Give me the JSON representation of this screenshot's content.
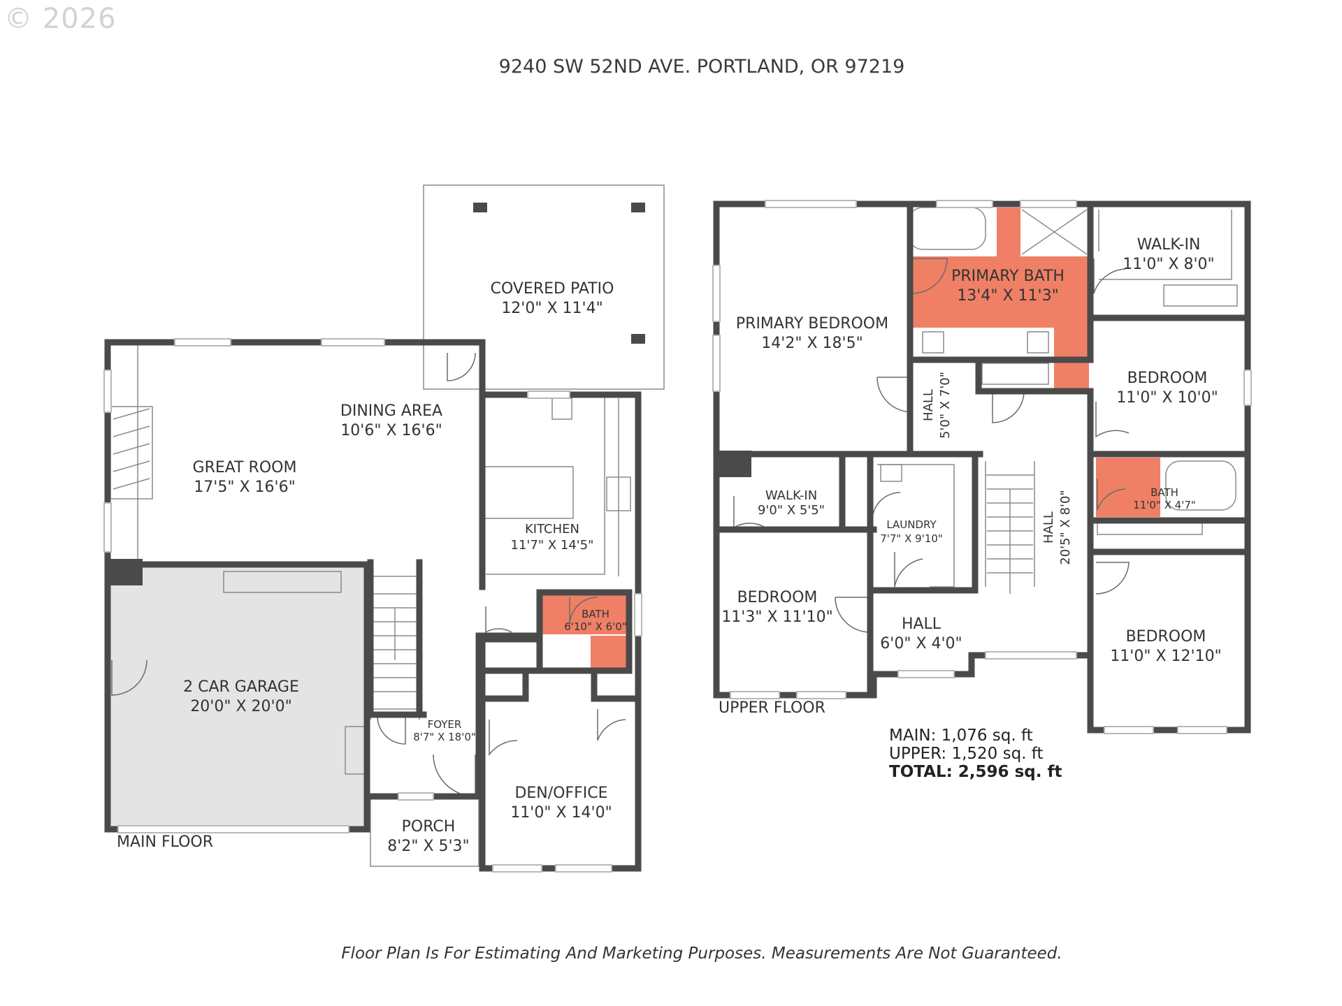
{
  "copyright": "© 2026",
  "address": "9240 SW 52ND AVE. PORTLAND, OR 97219",
  "floors": {
    "main": "MAIN FLOOR",
    "upper": "UPPER FLOOR"
  },
  "rooms": {
    "covered_patio": {
      "name": "COVERED PATIO",
      "dims": "12'0\" X 11'4\""
    },
    "dining_area": {
      "name": "DINING AREA",
      "dims": "10'6\" X 16'6\""
    },
    "great_room": {
      "name": "GREAT ROOM",
      "dims": "17'5\" X 16'6\""
    },
    "kitchen": {
      "name": "KITCHEN",
      "dims": "11'7\" X 14'5\""
    },
    "main_bath": {
      "name": "BATH",
      "dims": "6'10\" X 6'0\""
    },
    "garage": {
      "name": "2 CAR GARAGE",
      "dims": "20'0\" X 20'0\""
    },
    "foyer": {
      "name": "FOYER",
      "dims": "8'7\" X 18'0\""
    },
    "den": {
      "name": "DEN/OFFICE",
      "dims": "11'0\" X 14'0\""
    },
    "porch": {
      "name": "PORCH",
      "dims": "8'2\" X 5'3\""
    },
    "primary_bedroom": {
      "name": "PRIMARY BEDROOM",
      "dims": "14'2\" X 18'5\""
    },
    "primary_bath": {
      "name": "PRIMARY BATH",
      "dims": "13'4\" X 11'3\""
    },
    "walkin_upper": {
      "name": "WALK-IN",
      "dims": "11'0\" X 8'0\""
    },
    "hall_small": {
      "name": "HALL",
      "dims": "5'0\" X 7'0\""
    },
    "bedroom_ne": {
      "name": "BEDROOM",
      "dims": "11'0\" X 10'0\""
    },
    "walkin_lower": {
      "name": "WALK-IN",
      "dims": "9'0\" X 5'5\""
    },
    "laundry": {
      "name": "LAUNDRY",
      "dims": "7'7\" X 9'10\""
    },
    "hall_long": {
      "name": "HALL",
      "dims": "20'5\" X 8'0\""
    },
    "upper_bath": {
      "name": "BATH",
      "dims": "11'0\" X 4'7\""
    },
    "bedroom_w": {
      "name": "BEDROOM",
      "dims": "11'3\" X 11'10\""
    },
    "hall_center": {
      "name": "HALL",
      "dims": "6'0\" X 4'0\""
    },
    "bedroom_se": {
      "name": "BEDROOM",
      "dims": "11'0\" X 12'10\""
    }
  },
  "area": {
    "main": "MAIN: 1,076 sq. ft",
    "upper": "UPPER: 1,520 sq. ft",
    "total": "TOTAL: 2,596 sq. ft"
  },
  "disclaimer": "Floor Plan Is For Estimating And Marketing Purposes. Measurements Are Not Guaranteed.",
  "colors": {
    "wall": "#4a4a4a",
    "bath_fill": "#ef8066",
    "garage_fill": "#e4e4e4",
    "window": "#b8b8b8"
  }
}
